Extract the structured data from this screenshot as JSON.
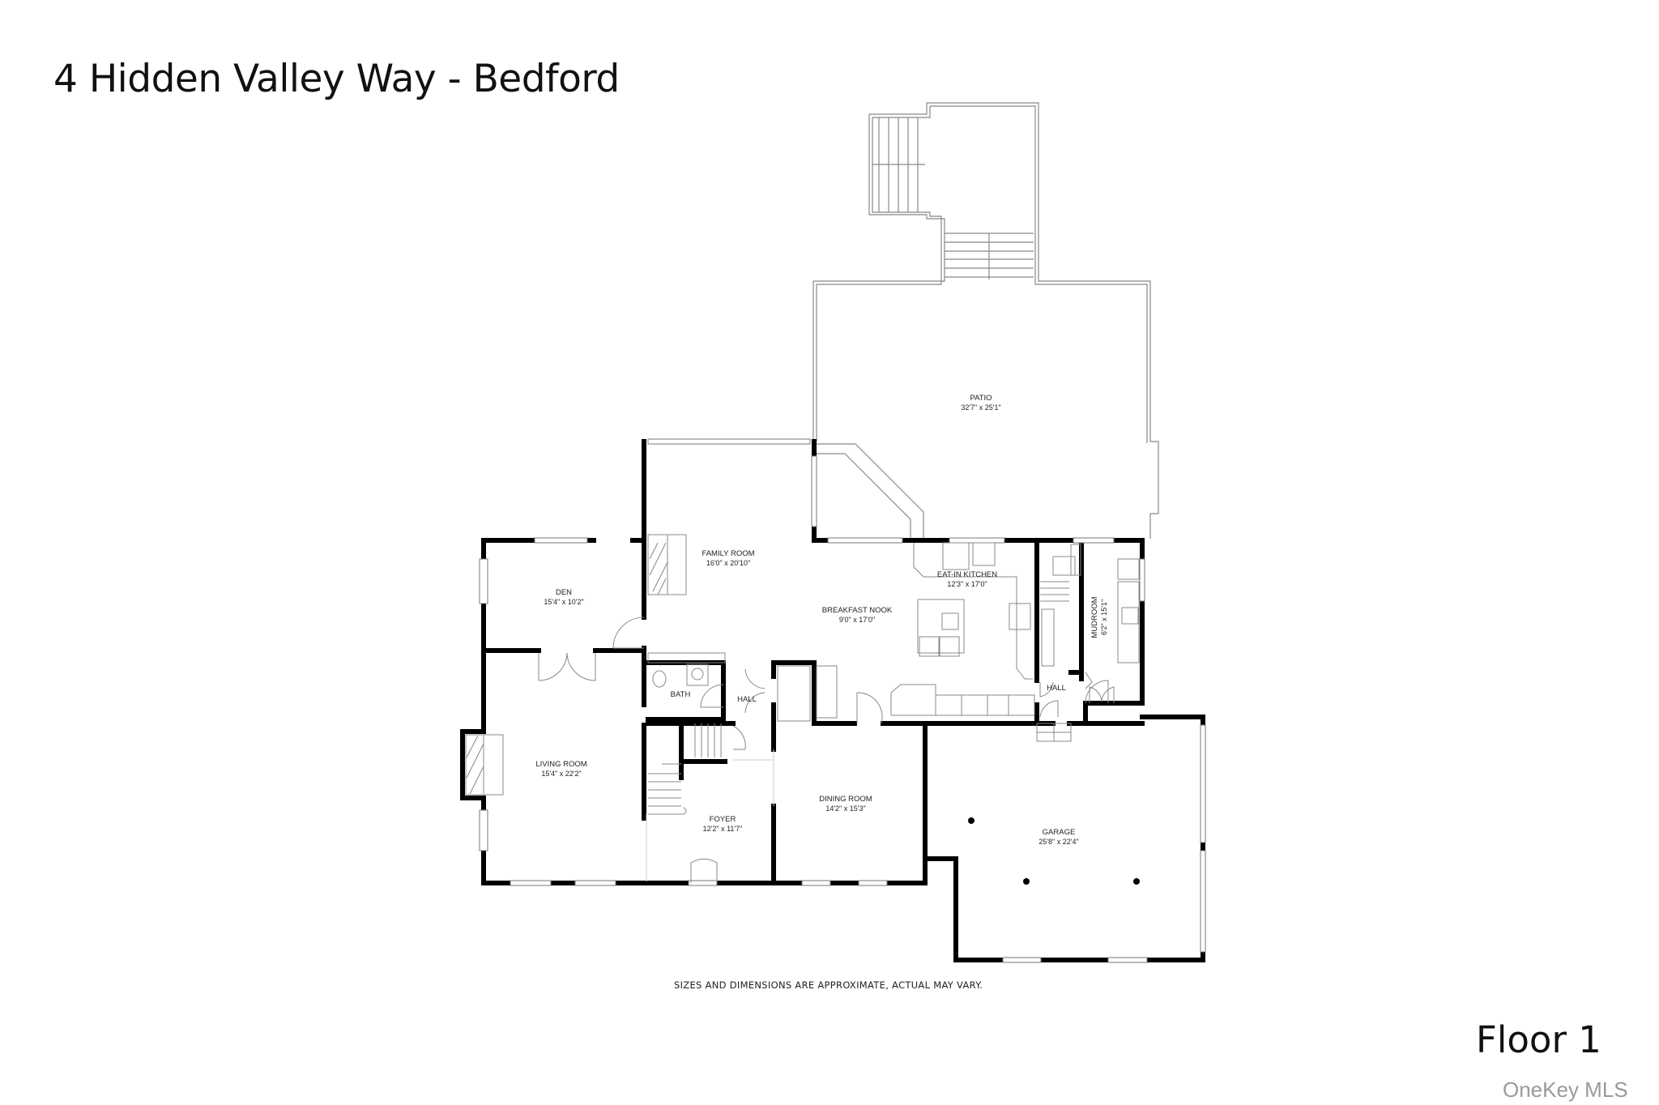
{
  "header": {
    "title": "4 Hidden Valley Way - Bedford"
  },
  "footer": {
    "disclaimer": "SIZES AND DIMENSIONS ARE APPROXIMATE, ACTUAL MAY VARY.",
    "floor_label": "Floor 1",
    "watermark": "OneKey MLS"
  },
  "colors": {
    "wall": "#000000",
    "line": "#888888",
    "text": "#222222",
    "watermark": "#9a9a9a",
    "background": "#ffffff"
  },
  "rooms": [
    {
      "id": "patio",
      "name": "PATIO",
      "dims": "32'7\" x 25'1\""
    },
    {
      "id": "family-room",
      "name": "FAMILY ROOM",
      "dims": "16'0\" x 20'10\""
    },
    {
      "id": "den",
      "name": "DEN",
      "dims": "15'4\" x 10'2\""
    },
    {
      "id": "eat-in-kitchen",
      "name": "EAT-IN KITCHEN",
      "dims": "12'3\" x 17'0\""
    },
    {
      "id": "breakfast-nook",
      "name": "BREAKFAST NOOK",
      "dims": "9'0\" x 17'0\""
    },
    {
      "id": "mudroom",
      "name": "MUDROOM",
      "dims": "6'2\" x 15'1\""
    },
    {
      "id": "bath",
      "name": "BATH",
      "dims": ""
    },
    {
      "id": "hall-1",
      "name": "HALL",
      "dims": ""
    },
    {
      "id": "hall-2",
      "name": "HALL",
      "dims": ""
    },
    {
      "id": "living-room",
      "name": "LIVING ROOM",
      "dims": "15'4\" x 22'2\""
    },
    {
      "id": "foyer",
      "name": "FOYER",
      "dims": "12'2\" x 11'7\""
    },
    {
      "id": "dining-room",
      "name": "DINING ROOM",
      "dims": "14'2\" x 15'3\""
    },
    {
      "id": "garage",
      "name": "GARAGE",
      "dims": "25'8\" x 22'4\""
    }
  ]
}
